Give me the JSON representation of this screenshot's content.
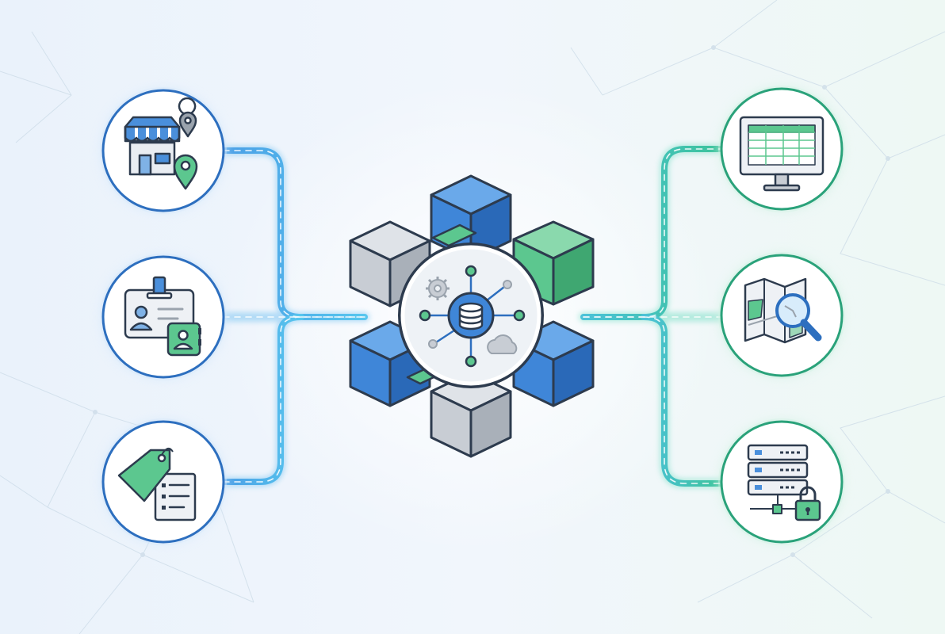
{
  "diagram": {
    "hub": {
      "icon": "database-hub-icon"
    },
    "sources": [
      {
        "id": "store-locations",
        "icon": "storefront-map-pin-icon",
        "accent": "#2f7fd6"
      },
      {
        "id": "contacts",
        "icon": "id-badge-contact-icon",
        "accent": "#2f7fd6"
      },
      {
        "id": "product-tags",
        "icon": "price-tag-list-icon",
        "accent": "#2f7fd6"
      }
    ],
    "outputs": [
      {
        "id": "spreadsheet",
        "icon": "monitor-spreadsheet-icon",
        "accent": "#36b37e"
      },
      {
        "id": "map-search",
        "icon": "map-magnifier-icon",
        "accent": "#36b37e"
      },
      {
        "id": "secure-server",
        "icon": "server-lock-icon",
        "accent": "#36b37e"
      }
    ],
    "colors": {
      "blue": "#3f86d8",
      "blue_dark": "#2a69b8",
      "green": "#5cc78f",
      "gray": "#c8cdd4",
      "outline": "#2d3b4e",
      "line_blue": "#4aa5e8",
      "line_teal": "#3cc3a8"
    }
  }
}
